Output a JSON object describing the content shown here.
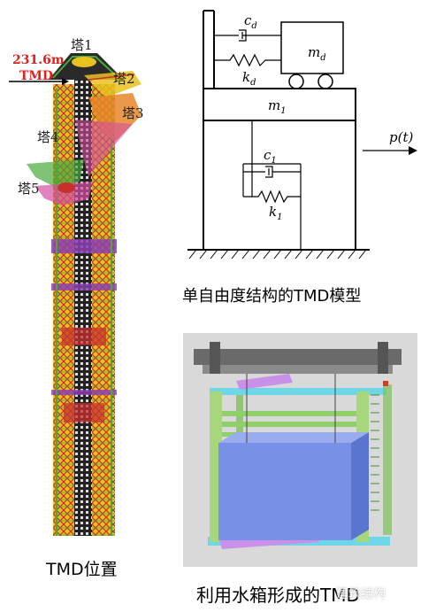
{
  "tower": {
    "labels": [
      "塔1",
      "塔2",
      "塔3",
      "塔4",
      "塔5"
    ],
    "elevation": "231.6m",
    "tmd_tag": "TMD",
    "caption": "TMD位置"
  },
  "sdof_model": {
    "symbols": {
      "cd": "c",
      "cd_sub": "d",
      "kd": "k",
      "kd_sub": "d",
      "md": "m",
      "md_sub": "d",
      "m1": "m",
      "m1_sub": "1",
      "c1": "c",
      "c1_sub": "1",
      "k1": "k",
      "k1_sub": "1",
      "force": "p(t)"
    },
    "caption": "单自由度结构的TMD模型"
  },
  "water_tank": {
    "caption": "利用水箱形成的TMD",
    "watermark": "建筑结构"
  },
  "colors": {
    "tower_red": "#c8302e",
    "tower_yellow": "#e8c21e",
    "tower_green": "#4aa83c",
    "tower_purple": "#8b3fb0",
    "tower_orange": "#e8862a",
    "tower_pink": "#d44ea0",
    "tank_blue": "#7890e6",
    "frame_green": "#a8d67c",
    "frame_cyan": "#6fd6e8",
    "frame_purple": "#c890e8",
    "frame_gray": "#7a7a7a"
  }
}
